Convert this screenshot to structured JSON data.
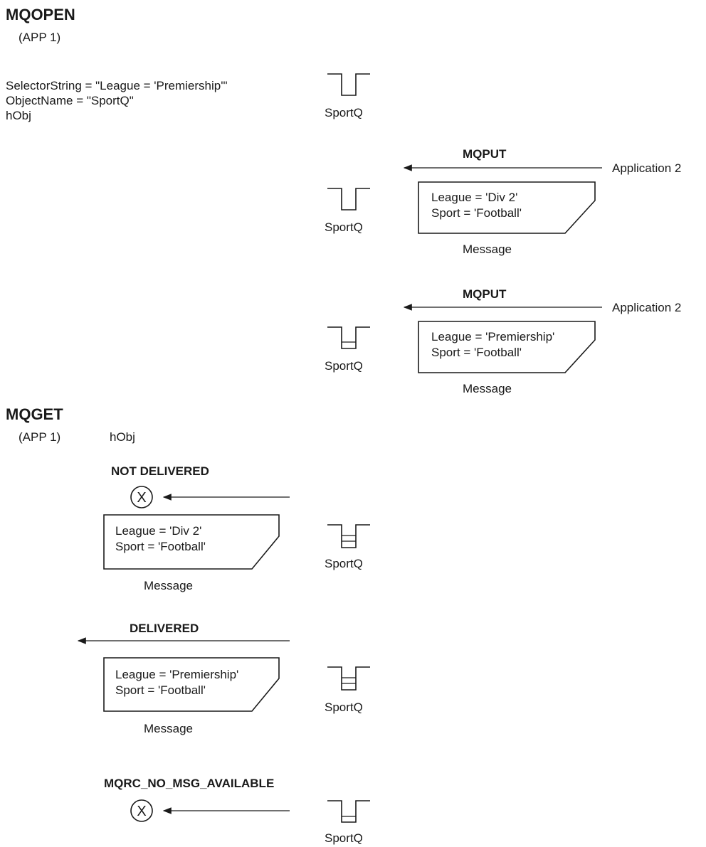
{
  "mqopen": {
    "title": "MQOPEN",
    "app": "(APP 1)",
    "fields": [
      "SelectorString = \"League = 'Premiership'\"",
      "ObjectName = \"SportQ\"",
      "hObj"
    ]
  },
  "queue_name": "SportQ",
  "put1": {
    "verb": "MQPUT",
    "sender": "Application 2",
    "message": {
      "lines": [
        "League = 'Div 2'",
        "Sport = 'Football'"
      ],
      "caption": "Message"
    }
  },
  "put2": {
    "verb": "MQPUT",
    "sender": "Application 2",
    "message": {
      "lines": [
        "League = 'Premiership'",
        "Sport = 'Football'"
      ],
      "caption": "Message"
    }
  },
  "mqget": {
    "title": "MQGET",
    "app": "(APP 1)",
    "handle": "hObj"
  },
  "get1": {
    "status": "NOT DELIVERED",
    "message": {
      "lines": [
        "League = 'Div 2'",
        "Sport = 'Football'"
      ],
      "caption": "Message"
    }
  },
  "get2": {
    "status": "DELIVERED",
    "message": {
      "lines": [
        "League = 'Premiership'",
        "Sport = 'Football'"
      ],
      "caption": "Message"
    }
  },
  "get3": {
    "status": "MQRC_NO_MSG_AVAILABLE"
  },
  "reject_glyph": "X"
}
